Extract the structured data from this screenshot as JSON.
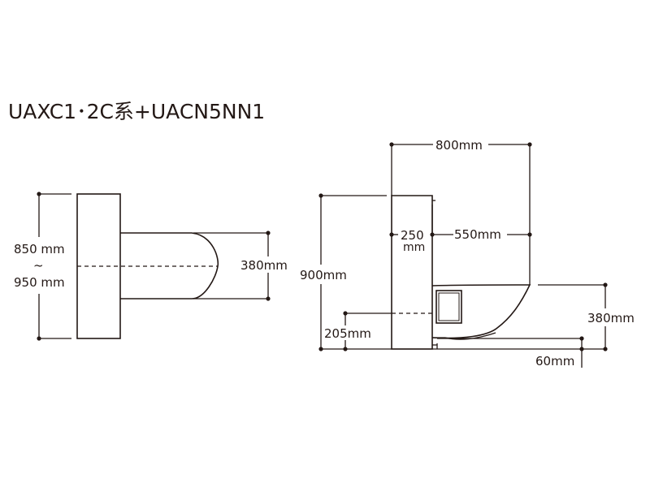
{
  "title": "UAXC1･2C系+UACN5NN1",
  "front_view": {
    "height_top": "850 mm",
    "height_sep": "~",
    "height_bottom": "950 mm",
    "bowl_height": "380mm"
  },
  "side_view": {
    "total_depth": "800mm",
    "tank_depth_top": "250",
    "tank_depth_bottom": "mm",
    "bowl_depth": "550mm",
    "total_height": "900mm",
    "bowl_height": "380mm",
    "outlet_height": "205mm",
    "front_offset": "60mm"
  }
}
